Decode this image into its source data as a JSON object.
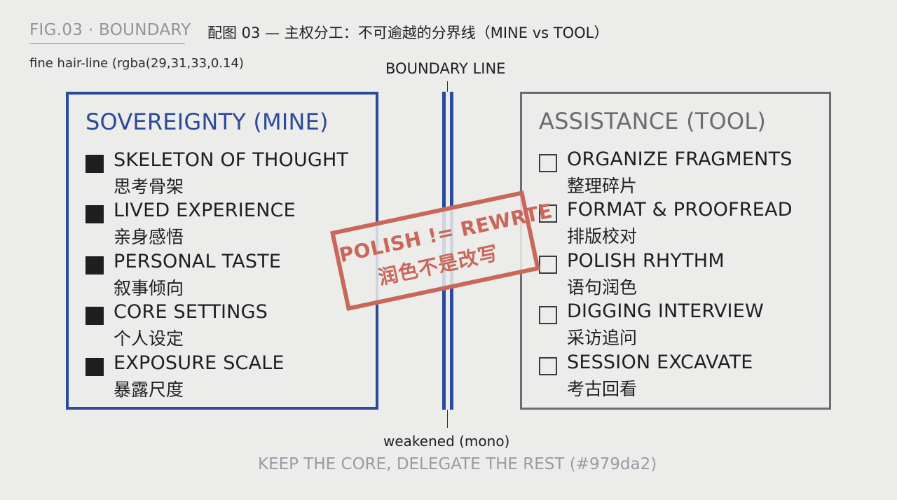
{
  "header": {
    "fig_label": "FIG.03 · BOUNDARY",
    "caption": "配图 03 — 主权分工：不可逾越的分界线（MINE vs TOOL）",
    "hairline_note": "fine hair-line (rgba(29,31,33,0.14)"
  },
  "boundary": {
    "label": "BOUNDARY LINE",
    "bottom_note": "weakened (mono)"
  },
  "mine": {
    "title": "SOVEREIGNTY (MINE)",
    "items": [
      {
        "en": "SKELETON OF THOUGHT",
        "zh": "思考骨架"
      },
      {
        "en": "LIVED EXPERIENCE",
        "zh": "亲身感悟"
      },
      {
        "en": "PERSONAL TASTE",
        "zh": "叙事倾向"
      },
      {
        "en": "CORE SETTINGS",
        "zh": "个人设定"
      },
      {
        "en": "EXPOSURE SCALE",
        "zh": "暴露尺度"
      }
    ]
  },
  "tool": {
    "title": "ASSISTANCE (TOOL)",
    "items": [
      {
        "en": "ORGANIZE FRAGMENTS",
        "zh": "整理碎片"
      },
      {
        "en": "FORMAT & PROOFREAD",
        "zh": "排版校对"
      },
      {
        "en": "POLISH RHYTHM",
        "zh": "语句润色"
      },
      {
        "en": "DIGGING INTERVIEW",
        "zh": "采访追问"
      },
      {
        "en": "SESSION EXCAVATE",
        "zh": "考古回看"
      }
    ]
  },
  "stamp": {
    "line1": "POLISH != REWRTE",
    "line2": "润色不是改写"
  },
  "footer": "KEEP THE CORE, DELEGATE THE REST (#979da2)",
  "colors": {
    "mine_accent": "#2c4a9a",
    "tool_accent": "#6a6c6e",
    "stamp": "#c9675a",
    "footer": "#979da2",
    "background": "#ececea"
  }
}
